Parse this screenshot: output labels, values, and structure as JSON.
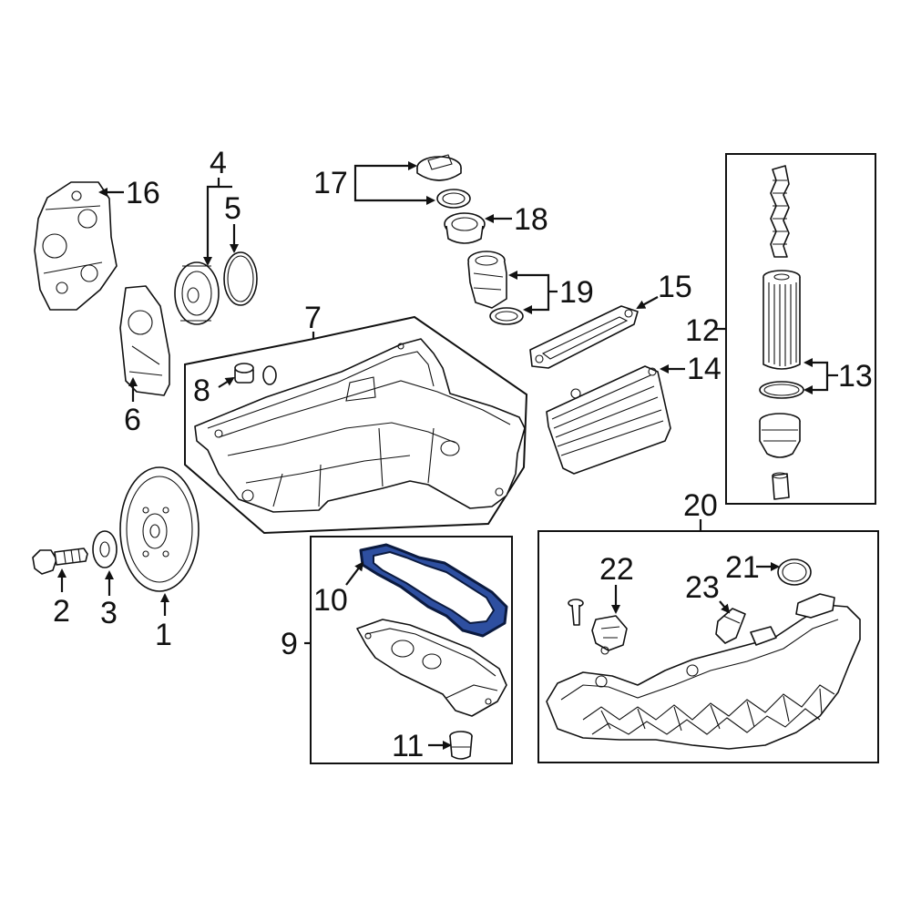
{
  "diagram": {
    "callouts": [
      "1",
      "2",
      "3",
      "4",
      "5",
      "6",
      "7",
      "8",
      "9",
      "10",
      "11",
      "12",
      "13",
      "14",
      "15",
      "16",
      "17",
      "18",
      "19",
      "20",
      "21",
      "22",
      "23"
    ],
    "colors": {
      "line": "#111111",
      "background": "#ffffff",
      "highlight_fill": "#2e4fa0",
      "highlight_stroke": "#0b1a3f"
    },
    "highlighted_part": "10"
  }
}
